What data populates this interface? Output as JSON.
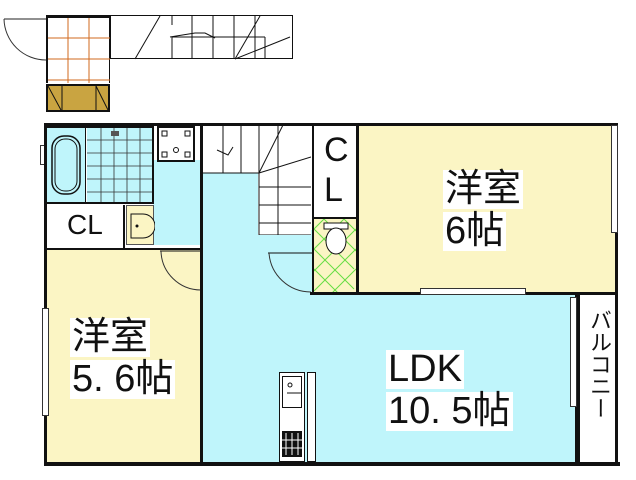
{
  "floor_plan": {
    "rooms": [
      {
        "id": "western-room-6",
        "type": "洋室",
        "size": "6帖",
        "line1": "洋室",
        "line2": "6帖"
      },
      {
        "id": "western-room-5-6",
        "type": "洋室",
        "size": "5.6帖",
        "line1": "洋室",
        "line2": "5. 6帖"
      },
      {
        "id": "ldk",
        "type": "LDK",
        "size": "10.5帖",
        "line1": "LDK",
        "line2": "10. 5帖"
      }
    ],
    "closets": [
      {
        "id": "closet-upper",
        "line1": "C",
        "line2": "L"
      },
      {
        "id": "closet-lower",
        "label": "CL"
      }
    ],
    "balcony": {
      "label": "バルコニー",
      "chars": [
        "バ",
        "ル",
        "コ",
        "ニ",
        "ー"
      ]
    },
    "colors": {
      "room_yellow": "#fbf5c4",
      "room_blue": "#bff5fb",
      "wall": "#111111",
      "entrance_tile": "#d2691e",
      "shoe_box": "#c9a441",
      "toilet_pattern": "#66dd44"
    }
  }
}
